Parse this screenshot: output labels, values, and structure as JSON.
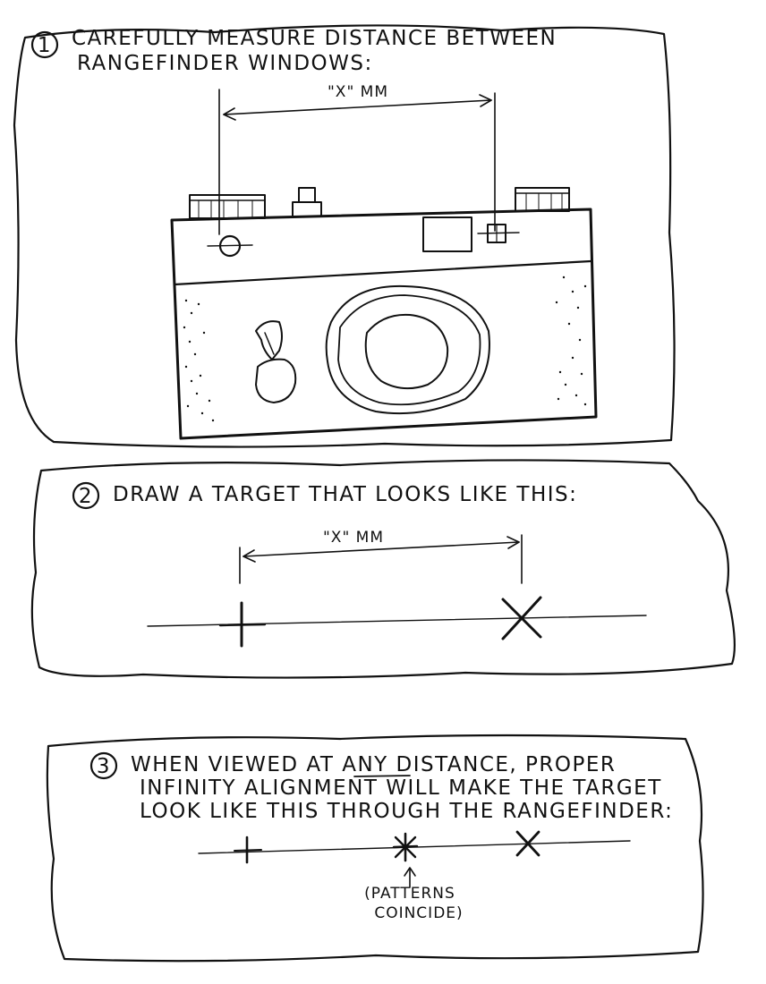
{
  "panel1": {
    "step": "1",
    "line1": "Carefully measure distance between",
    "line2": "rangefinder windows:",
    "measure_label": "\"X\" MM"
  },
  "panel2": {
    "step": "2",
    "line1": "Draw a target that looks like this:",
    "measure_label": "\"X\"  MM"
  },
  "panel3": {
    "step": "3",
    "line1": "When viewed at any distance, proper",
    "line2": "infinity alignment will make the target",
    "line3": "look like this through the rangefinder:",
    "note1": "(Patterns",
    "note2": "coincide)"
  }
}
